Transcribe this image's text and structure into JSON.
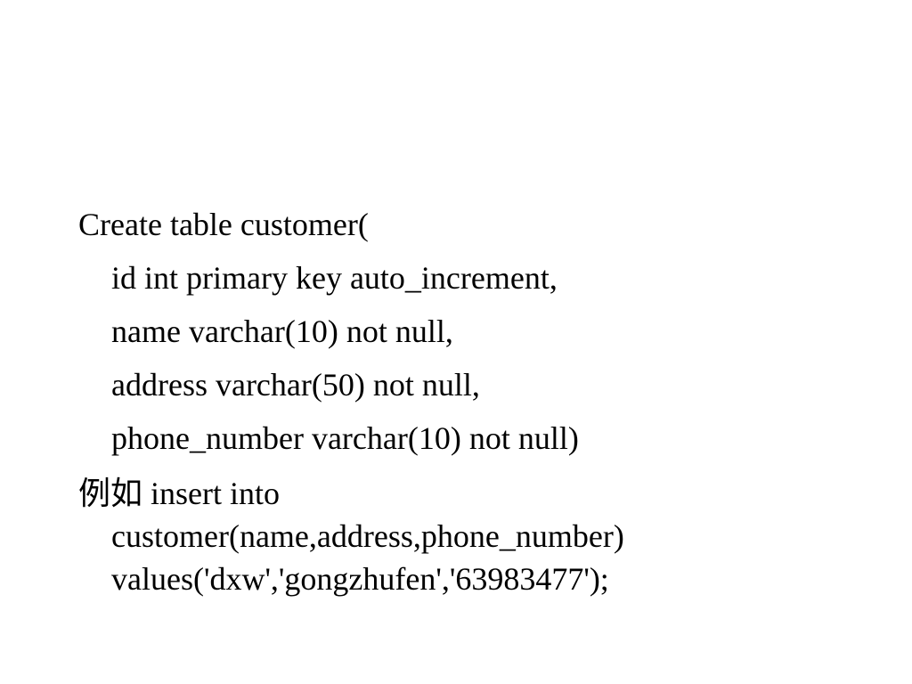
{
  "slide": {
    "code_lines": [
      "Create table customer(",
      "id int primary key auto_increment,",
      "name varchar(10) not null,",
      "address varchar(50) not null,",
      "phone_number varchar(10) not null)"
    ],
    "example": {
      "line1": "例如 insert into",
      "line2": "customer(name,address,phone_number)",
      "line3": "values('dxw','gongzhufen','63983477');"
    }
  }
}
